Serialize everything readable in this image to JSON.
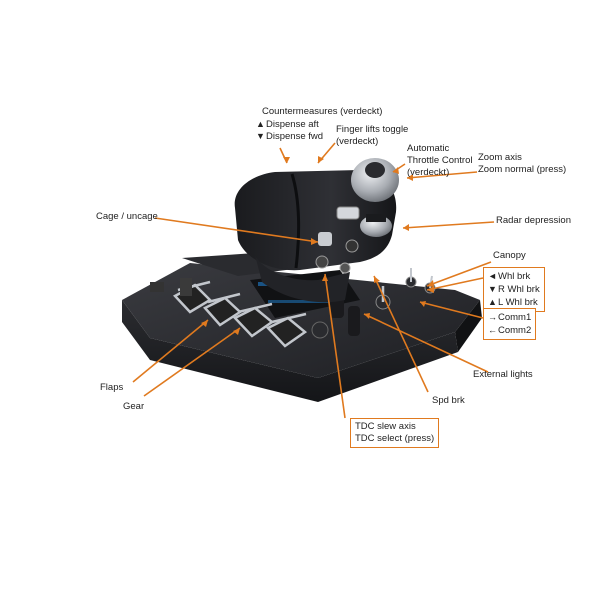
{
  "colors": {
    "accent": "#e07a1f",
    "device_body": "#1c1d20",
    "metal": "#b8bcc2"
  },
  "labels": {
    "countermeasures": "Countermeasures (verdeckt)",
    "dispense_aft": "Dispense aft",
    "dispense_fwd": "Dispense fwd",
    "finger_lifts_line1": "Finger lifts toggle",
    "finger_lifts_line2": "(verdeckt)",
    "auto_throttle_line1": "Automatic",
    "auto_throttle_line2": "Throttle Control",
    "auto_throttle_line3": "(verdeckt)",
    "zoom_axis": "Zoom axis",
    "zoom_normal": "Zoom normal (press)",
    "cage_uncage": "Cage / uncage",
    "radar_depression": "Radar depression",
    "canopy": "Canopy",
    "whl_brk": "Whl brk",
    "r_whl_brk": "R Whl brk",
    "l_whl_brk": "L Whl brk",
    "comm1": "Comm1",
    "comm2": "Comm2",
    "external_lights": "External lights",
    "flaps": "Flaps",
    "gear": "Gear",
    "spd_brk": "Spd brk",
    "tdc_slew_axis": "TDC slew axis",
    "tdc_select": "TDC select (press)"
  },
  "icons": {
    "up_arrow": "▲",
    "down_arrow": "▼",
    "left_arrow": "◄"
  }
}
